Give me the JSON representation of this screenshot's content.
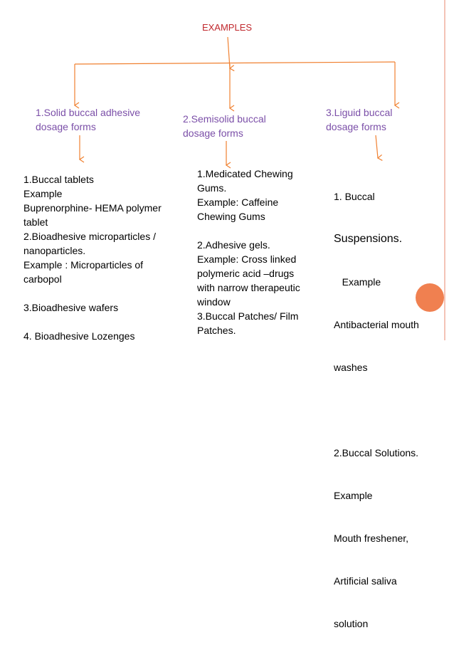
{
  "title": "EXAMPLES",
  "colors": {
    "accent": "#f08030",
    "heading": "#7b4fa8",
    "title": "#c0282d",
    "dot": "#f08050"
  },
  "columns": [
    {
      "heading": "1.Solid buccal adhesive\ndosage forms",
      "body": "1.Buccal tablets\nExample\nBuprenorphine- HEMA polymer\ntablet\n2.Bioadhesive microparticles /\nnanoparticles.\nExample : Microparticles of\ncarbopol\n\n3.Bioadhesive wafers\n\n4. Bioadhesive Lozenges"
    },
    {
      "heading": "2.Semisolid buccal\ndosage forms",
      "body": "1.Medicated Chewing\nGums.\nExample: Caffeine\nChewing Gums\n\n2.Adhesive gels.\nExample: Cross linked\npolymeric acid –drugs\nwith narrow therapeutic\nwindow\n3.Buccal Patches/ Film\nPatches."
    },
    {
      "heading": "3.Liguid  buccal\ndosage forms",
      "body_lines": [
        "1. Buccal",
        "Suspensions.",
        "   Example",
        "Antibacterial mouth",
        "washes",
        "",
        "2.Buccal Solutions.",
        "Example",
        "Mouth freshener,",
        "Artificial saliva",
        "solution"
      ]
    }
  ]
}
